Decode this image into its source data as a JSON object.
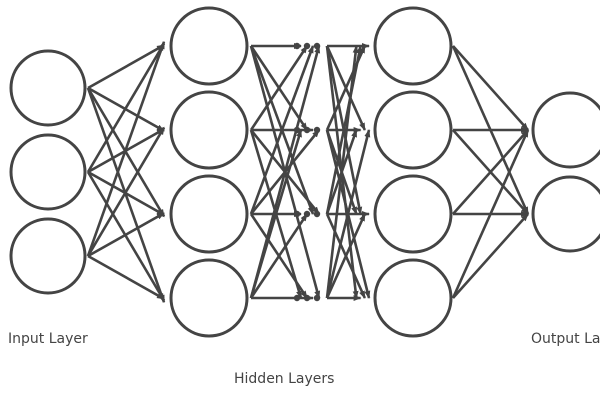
{
  "labels": {
    "input": "Input Layer",
    "hidden": "Hidden Layers",
    "output": "Output Layer"
  },
  "layers": {
    "input_nodes": 3,
    "hidden_first_nodes": 4,
    "hidden_last_nodes": 4,
    "output_nodes": 2
  },
  "colors": {
    "stroke": "#444444"
  }
}
